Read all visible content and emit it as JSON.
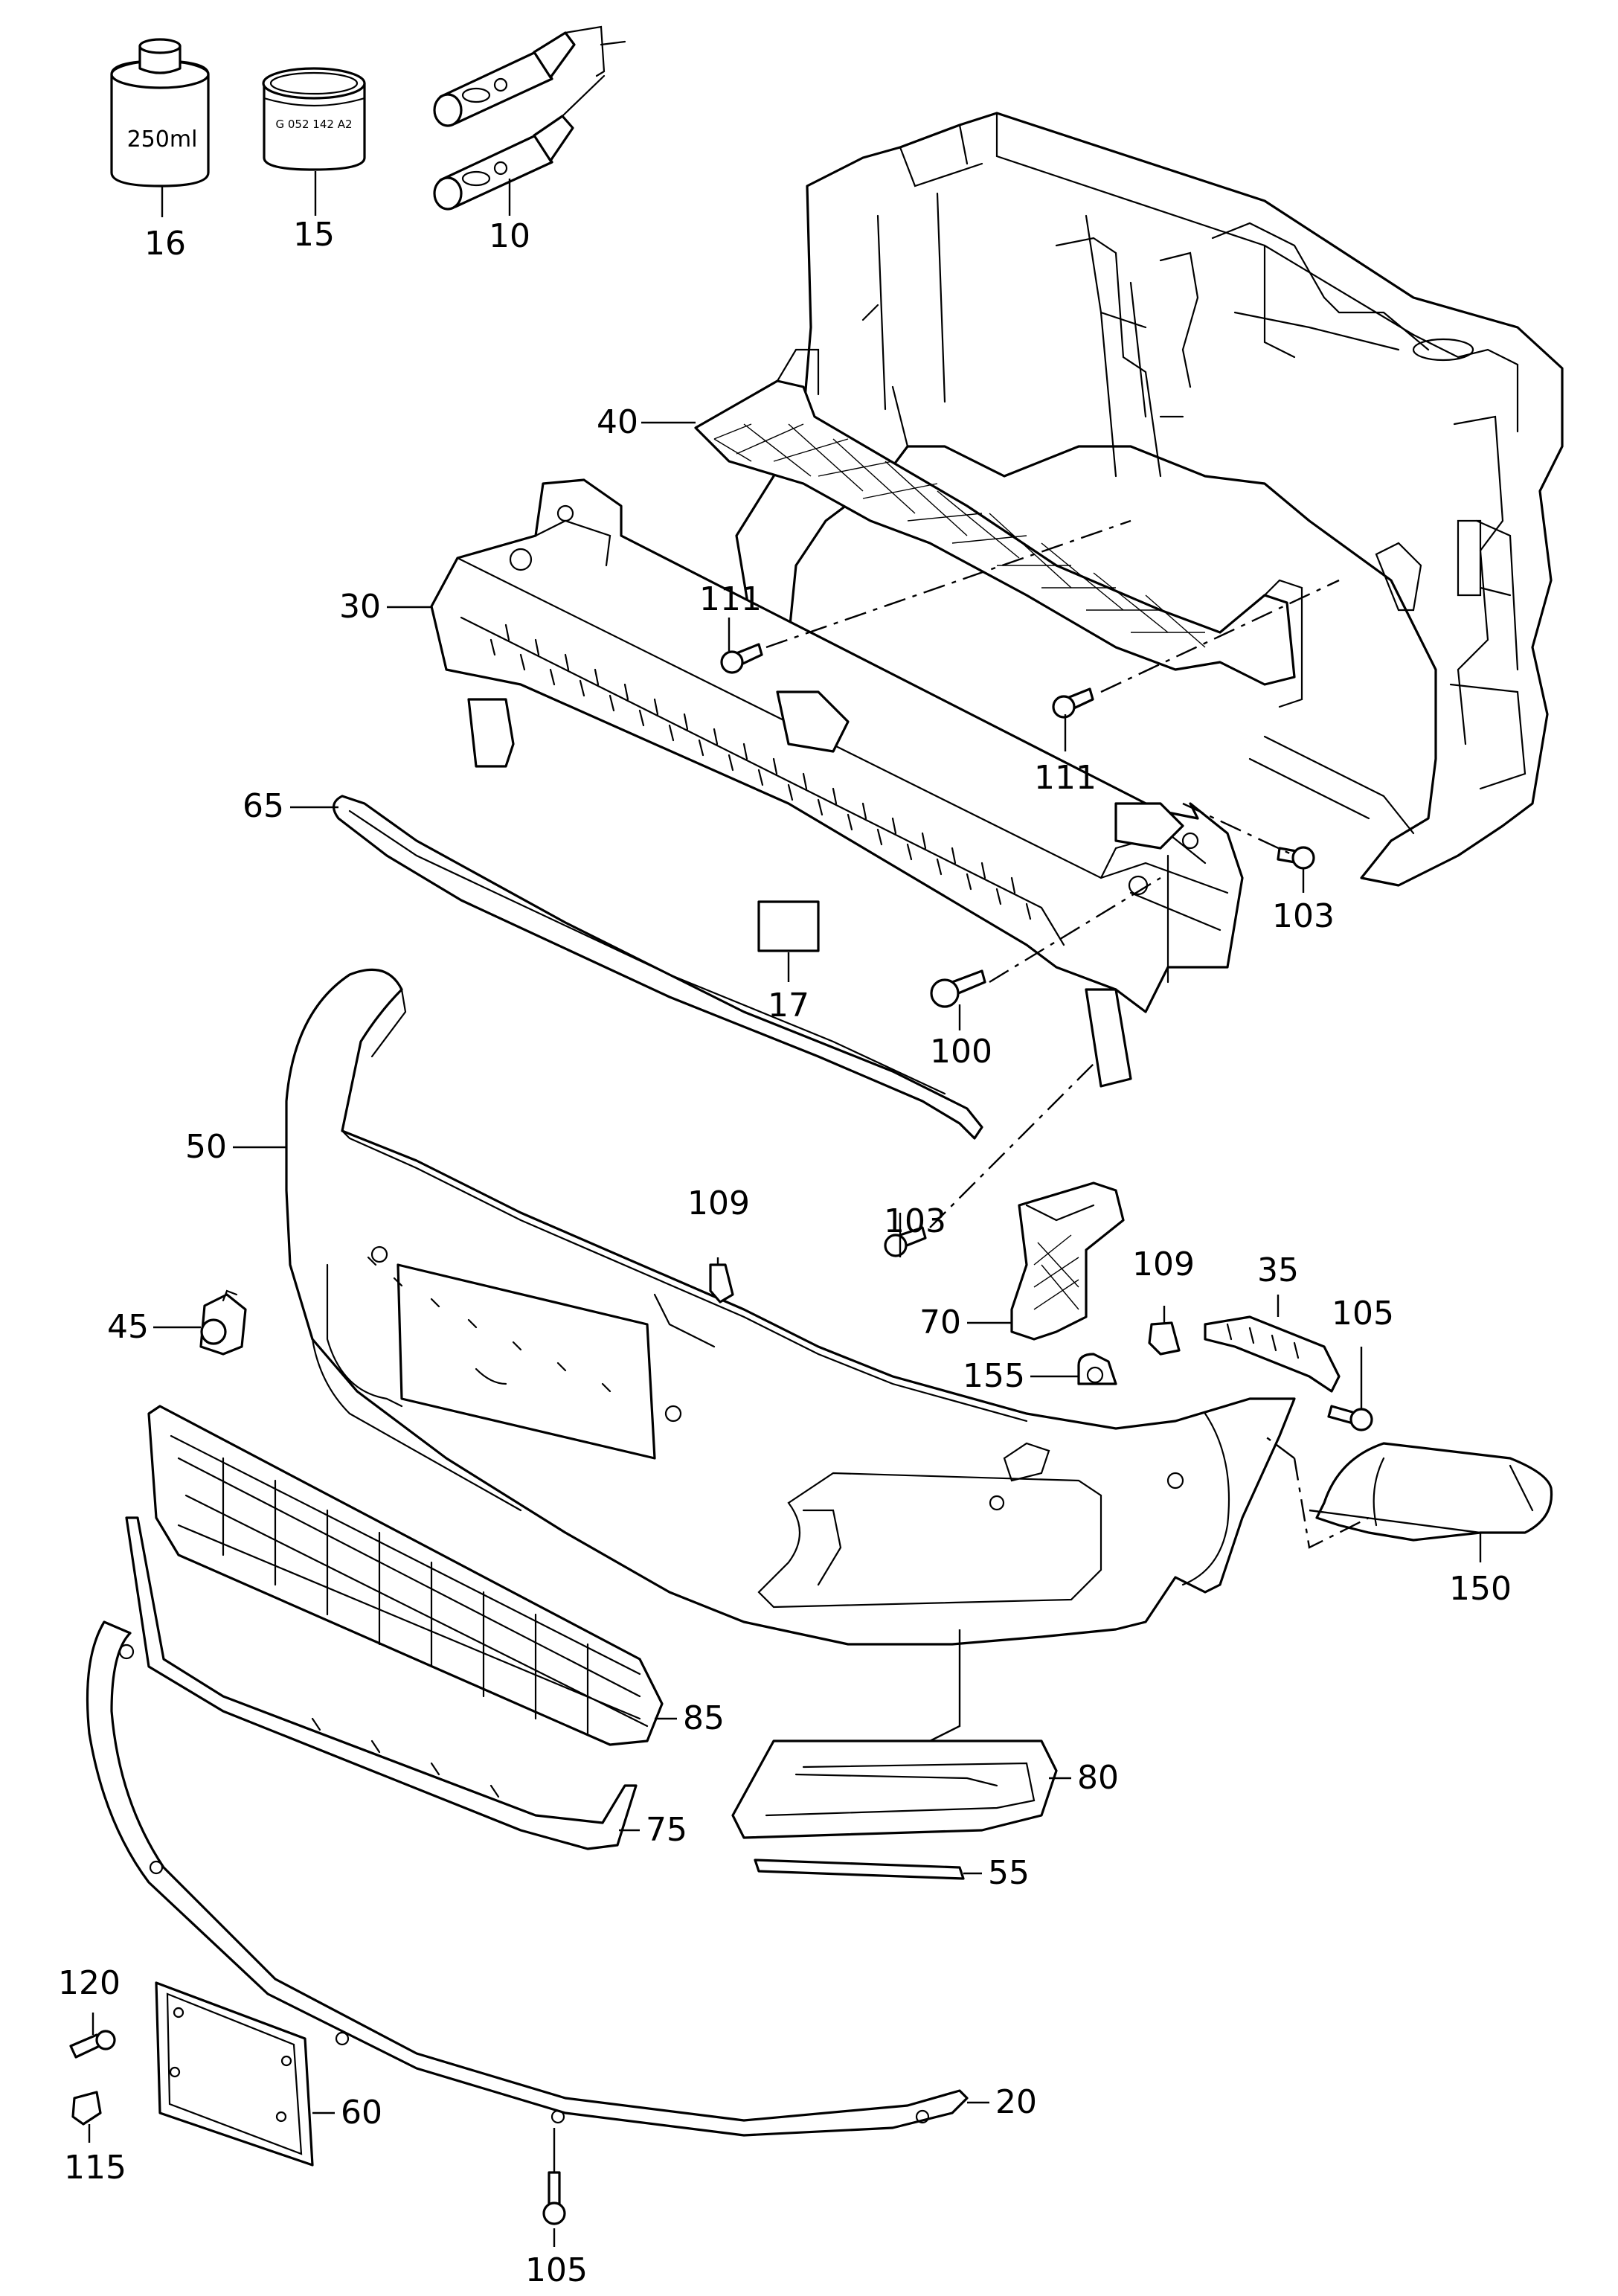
{
  "diagram": {
    "labels": [
      {
        "id": "p16",
        "text": "16"
      },
      {
        "id": "p15",
        "text": "15"
      },
      {
        "id": "p10",
        "text": "10"
      },
      {
        "id": "p40",
        "text": "40"
      },
      {
        "id": "p111a",
        "text": "111"
      },
      {
        "id": "p111b",
        "text": "111"
      },
      {
        "id": "p30",
        "text": "30"
      },
      {
        "id": "p65",
        "text": "65"
      },
      {
        "id": "p103a",
        "text": "103"
      },
      {
        "id": "p17",
        "text": "17"
      },
      {
        "id": "p100",
        "text": "100"
      },
      {
        "id": "p50",
        "text": "50"
      },
      {
        "id": "p103b",
        "text": "103"
      },
      {
        "id": "p109a",
        "text": "109"
      },
      {
        "id": "p109b",
        "text": "109"
      },
      {
        "id": "p35",
        "text": "35"
      },
      {
        "id": "p105a",
        "text": "105"
      },
      {
        "id": "p70",
        "text": "70"
      },
      {
        "id": "p45",
        "text": "45"
      },
      {
        "id": "p155",
        "text": "155"
      },
      {
        "id": "p150",
        "text": "150"
      },
      {
        "id": "p85",
        "text": "85"
      },
      {
        "id": "p80",
        "text": "80"
      },
      {
        "id": "p75",
        "text": "75"
      },
      {
        "id": "p55",
        "text": "55"
      },
      {
        "id": "p120",
        "text": "120"
      },
      {
        "id": "p60",
        "text": "60"
      },
      {
        "id": "p20",
        "text": "20"
      },
      {
        "id": "p115",
        "text": "115"
      },
      {
        "id": "p105b",
        "text": "105"
      }
    ],
    "can_volume": "250ml",
    "tub_code": "G 052 142 A2"
  }
}
